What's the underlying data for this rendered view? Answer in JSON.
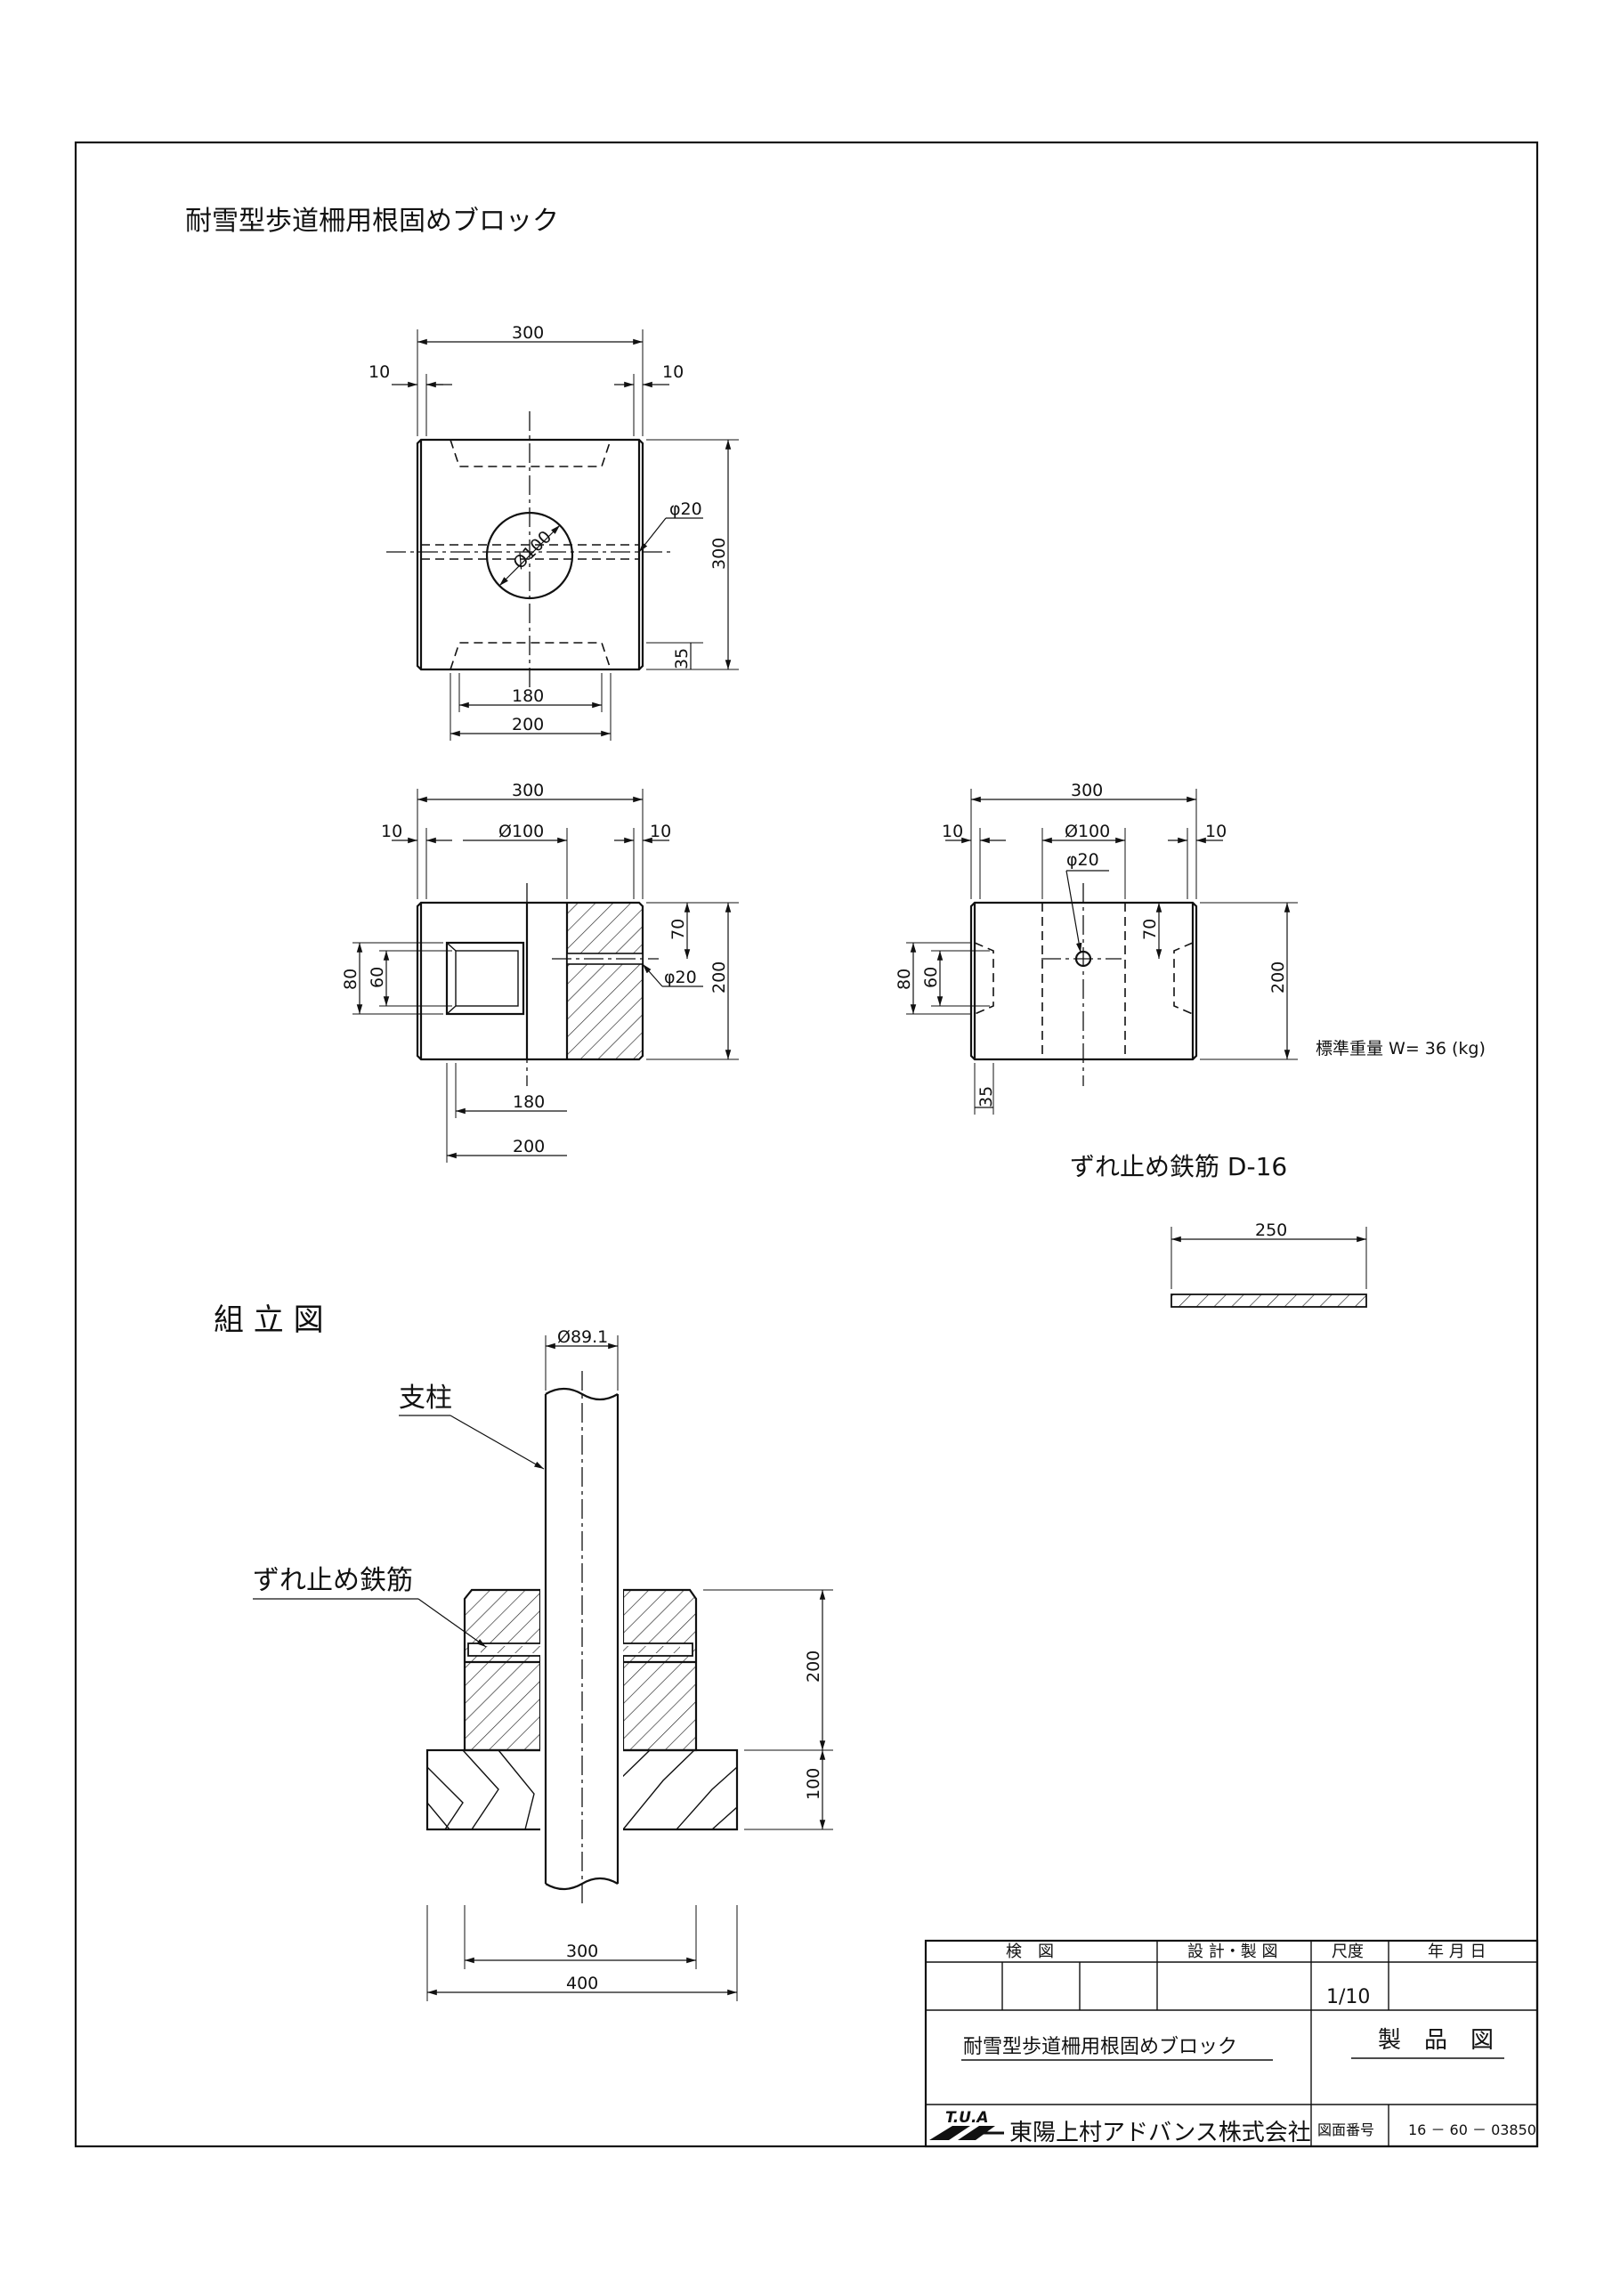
{
  "title": "耐雪型歩道柵用根固めブロック",
  "plan": {
    "w": "300",
    "l10": "10",
    "r10": "10",
    "hole": "φ20",
    "circle": "Ø100",
    "h": "300",
    "notch": "35",
    "d180": "180",
    "d200": "200"
  },
  "front": {
    "w": "300",
    "l10": "10",
    "r10": "10",
    "circle": "Ø100",
    "h70": "70",
    "hole": "φ20",
    "h": "200",
    "h80": "80",
    "h60": "60",
    "d180": "180",
    "d200": "200"
  },
  "side": {
    "w": "300",
    "l10": "10",
    "r10": "10",
    "circle": "Ø100",
    "hole": "φ20",
    "h70": "70",
    "h": "200",
    "h80": "80",
    "h60": "60",
    "d35": "35"
  },
  "weight": "標準重量 W= 36 (kg)",
  "rebar": {
    "title": "ずれ止め鉄筋  D-16",
    "len": "250"
  },
  "assembly": {
    "title": "組 立 図",
    "pipe": "Ø89.1",
    "post": "支柱",
    "rebar": "ずれ止め鉄筋",
    "h200": "200",
    "h100": "100",
    "w300": "300",
    "w400": "400"
  },
  "title_block": {
    "inspect": "検　図",
    "design": "設 計・製 図",
    "scale_h": "尺度",
    "date_h": "年 月 日",
    "scale": "1/10",
    "name": "耐雪型歩道柵用根固めブロック",
    "kind": "製　品　図",
    "logo_text": "T.U.A",
    "company": "東陽上村アドバンス株式会社",
    "dwg_h": "図面番号",
    "dwg_no": "16 － 60 － 03850"
  }
}
